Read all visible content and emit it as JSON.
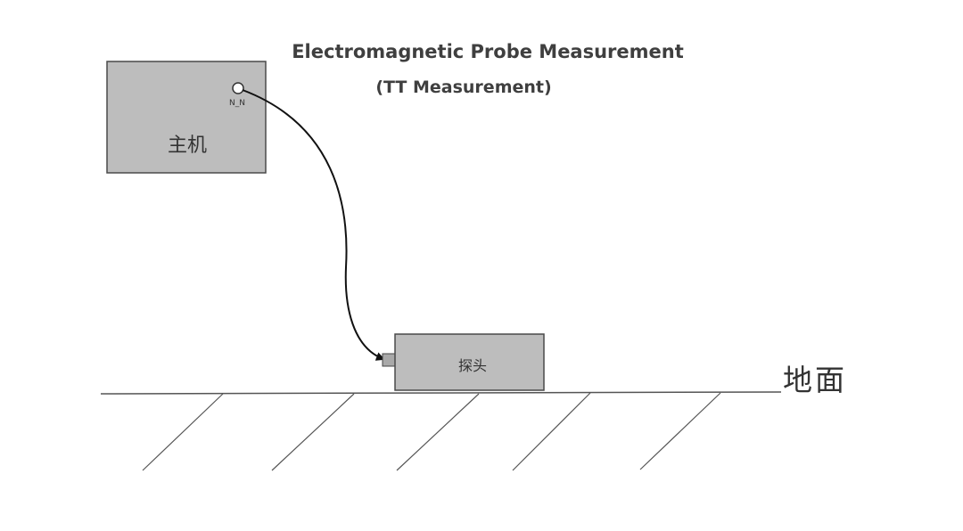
{
  "title": {
    "line1": "Electromagnetic Probe Measurement",
    "line2": "(TT Measurement)"
  },
  "host_unit": {
    "label": "主机",
    "port_label": "N_N"
  },
  "probe": {
    "label": "探头"
  },
  "ground": {
    "label": "地面"
  },
  "colors": {
    "box_fill": "#bdbdbd",
    "box_stroke": "#4a4a4a",
    "cable": "#111111",
    "text": "#3f3f3f"
  }
}
